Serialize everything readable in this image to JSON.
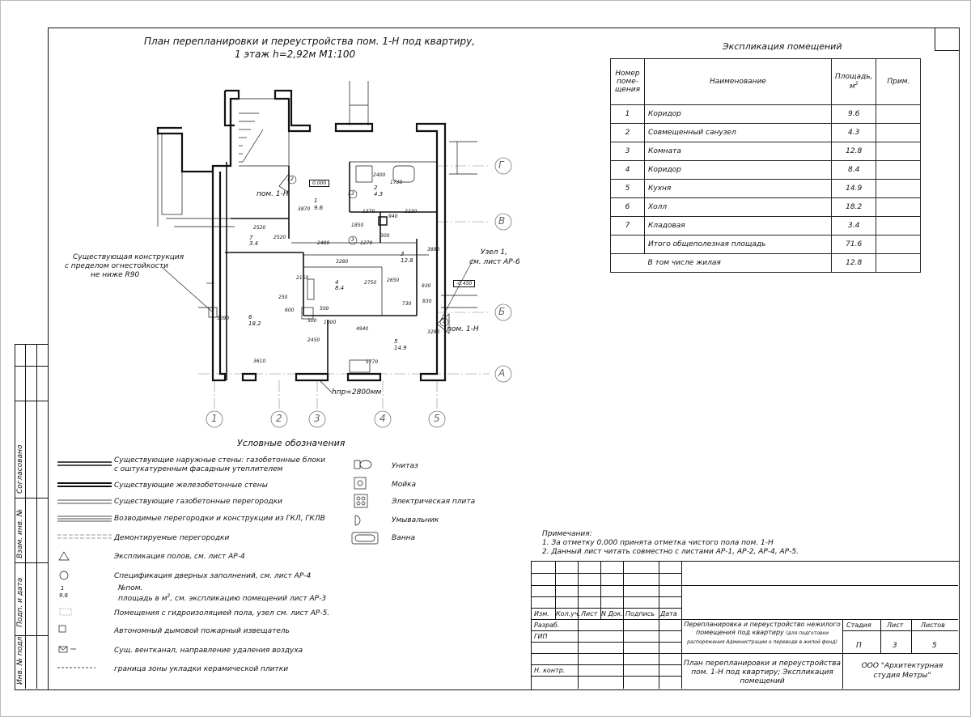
{
  "plan": {
    "title_line1": "План перепланировки и переустройства пом. 1-Н под квартиру,",
    "title_line2": "1 этаж h=2,92м   М1:100",
    "axes_letters": [
      "Г",
      "В",
      "Б",
      "А"
    ],
    "axes_numbers": [
      "1",
      "2",
      "3",
      "4",
      "5"
    ],
    "dims": {
      "d2400": "2400",
      "d1730": "1730",
      "d3870": "3870",
      "d1370": "1370",
      "d940": "940",
      "d2230": "2230",
      "d1850": "1850",
      "d300": "300",
      "d2520a": "2520",
      "d2520b": "2520",
      "d2480": "2480",
      "d1270": "1270",
      "d3280": "3280",
      "d3890": "3890",
      "d2150": "2150",
      "d2750": "2750",
      "d2650": "2650",
      "d930": "930",
      "d830": "830",
      "d730": "730",
      "d250": "250",
      "d600": "600",
      "d500a": "500",
      "d500b": "500",
      "d1000": "1000",
      "d4940": "4940",
      "d5090": "5090",
      "d3290": "3290",
      "d2450": "2450",
      "d3610": "3610",
      "d5770": "5770"
    },
    "level_0": "0.000",
    "level_m045": "-0.450",
    "pom_label_1": "пом. 1-Н",
    "pom_label_2": "пом. 1-Н",
    "rooms": [
      {
        "num": "1",
        "area": "9.6"
      },
      {
        "num": "2",
        "area": "4.3"
      },
      {
        "num": "3",
        "area": "12.8"
      },
      {
        "num": "4",
        "area": "8.4"
      },
      {
        "num": "5",
        "area": "14.9"
      },
      {
        "num": "6",
        "area": "18.2"
      },
      {
        "num": "7",
        "area": "3.4"
      }
    ],
    "door_marks": [
      "2",
      "3",
      "3",
      "1"
    ],
    "uzel_line1": "Узел 1,",
    "uzel_line2": "см. лист АР-6",
    "existing_line1": "Существующая конструкция",
    "existing_line2": "с пределом огнестойкости",
    "existing_line3": "не ниже R90",
    "hnp": "hпр=2800мм"
  },
  "explication": {
    "title": "Экспликация помещений",
    "headers": {
      "num_line1": "Номер",
      "num_line2": "поме-",
      "num_line3": "щения",
      "name": "Наименование",
      "area_line1": "Площадь,",
      "area_line2": "м",
      "note": "Прим."
    },
    "rows": [
      {
        "num": "1",
        "name": "Коридор",
        "area": "9.6"
      },
      {
        "num": "2",
        "name": "Совмещенный санузел",
        "area": "4.3"
      },
      {
        "num": "3",
        "name": "Комната",
        "area": "12.8"
      },
      {
        "num": "4",
        "name": "Коридор",
        "area": "8.4"
      },
      {
        "num": "5",
        "name": "Кухня",
        "area": "14.9"
      },
      {
        "num": "6",
        "name": "Холл",
        "area": "18.2"
      },
      {
        "num": "7",
        "name": "Кладовая",
        "area": "3.4"
      }
    ],
    "total_label": "Итого общеполезная площадь",
    "total_value": "71.6",
    "living_label": "В том числе жилая",
    "living_value": "12.8"
  },
  "legend": {
    "title": "Условные обозначения",
    "items": [
      "Существующие наружные стены: газобетонные блоки с оштукатуренным фасадным утеплителем",
      "Существующие железобетонные стены",
      "Существующие газобетонные перегородки",
      "Возводимые перегородки и конструкции из ГКЛ, ГКЛВ",
      "Демонтируемые перегородки",
      "Экспликация полов, см. лист АР-4",
      "Спецификация дверных заполнений, см. лист АР-4",
      "№пом.",
      "площадь в м",
      ", см. экспликацию помещений лист АР-3",
      "Помещения с гидроизоляцией пола, узел см. лист АР-5.",
      "Автономный дымовой пожарный извещатель",
      "Сущ. вентканал, направление удаления воздуха",
      "граница зоны укладки керамической плитки"
    ],
    "sample_num": "1",
    "sample_area": "9.6",
    "fixtures": [
      "Унитаз",
      "Мойка",
      "Электрическая плита",
      "Умывальник",
      "Ванна"
    ]
  },
  "notes": {
    "title": "Примечания:",
    "line1": "1. За отметку 0.000 принята отметка чистого пола пом. 1-Н",
    "line2": "2. Данный лист читать совместно с листами АР-1, АР-2, АР-4, АР-5."
  },
  "stamp": {
    "left_labels": [
      "Согласовано",
      "Взам. инв. №",
      "Подп. и дата",
      "Инв. № подл."
    ],
    "cols": [
      "Изм.",
      "Кол.уч.",
      "Лист",
      "N Док.",
      "Подпись",
      "Дата"
    ],
    "roles": [
      "Разраб.",
      "ГИП",
      "",
      "",
      "Н. контр."
    ],
    "project_title": "Перепланировка и переустройство нежилого помещения под квартиру",
    "project_note": "(для подготовки распоряжения Администрации о переводе в жилой фонд)",
    "sheet_title": "План перепланировки и переустройства пом. 1-Н под квартиру; Экспликация помещений",
    "stage_label": "Стадия",
    "sheet_label": "Лист",
    "sheets_label": "Листов",
    "stage": "П",
    "sheet": "3",
    "sheets": "5",
    "company": "ООО \"Архитектурная студия Метры\""
  }
}
